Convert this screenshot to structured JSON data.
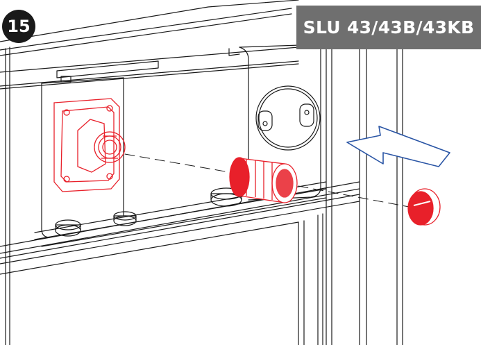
{
  "step": {
    "number": "15"
  },
  "banner": {
    "model": "SLU 43/43B/43KB"
  },
  "colors": {
    "line": "#1a1a1a",
    "highlight": "#e8202a",
    "arrow": "#2a55a5",
    "banner_bg": "#6f6f6f",
    "badge_bg": "#1a1a1a"
  },
  "icons": {
    "step_badge": "circle-number",
    "direction_arrow": "arrow-left-icon"
  }
}
